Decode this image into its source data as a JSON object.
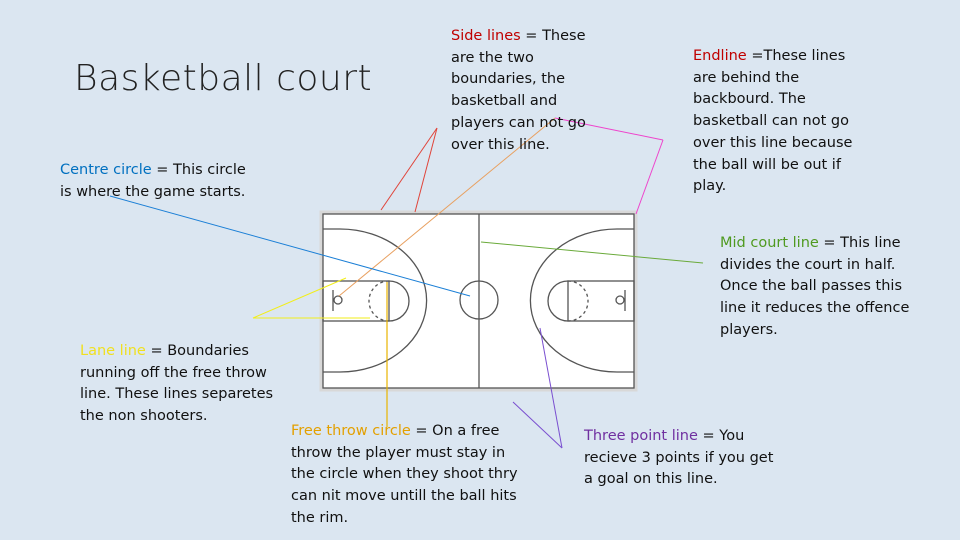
{
  "title": "Basketball court",
  "callouts": {
    "side": {
      "term": "Side lines",
      "text": " = These are the two boundaries, the basketball and players can not go over this line.",
      "color": "#c00000",
      "line_color": "#e0443a"
    },
    "endline": {
      "term": "Endline",
      "text": " =These lines are behind the backbourd. The basketball can not go over this line because the ball will be out if play.",
      "color": "#c00000",
      "line_color": "#ee44cc"
    },
    "centre": {
      "term": "Centre circle",
      "text": " = This circle is where the game starts.",
      "color": "#0070c0",
      "line_color": "#1b7fd6"
    },
    "mid": {
      "term": "Mid court line",
      "text": " = This line divides the court in half. Once the ball passes this line it reduces the offence players.",
      "color": "#4f9a20",
      "line_color": "#6aaa3a"
    },
    "lane": {
      "term": "Lane line",
      "text": " = Boundaries running off the free throw line. These lines separetes the non shooters.",
      "color": "#f0e020",
      "line_color": "#f2ee1a"
    },
    "free": {
      "term": "Free throw circle",
      "text": " = On a free throw the player must stay in the circle when they shoot thry can nit move untill the ball hits the rim.",
      "color": "#e3a000",
      "line_color": "#e8b400"
    },
    "three": {
      "term": "Three point line",
      "text": " = You recieve 3 points if you get a goal on this line.",
      "color": "#7030a0",
      "line_color": "#7a4fd0"
    },
    "arc_pointer_color": "#e8a060"
  }
}
